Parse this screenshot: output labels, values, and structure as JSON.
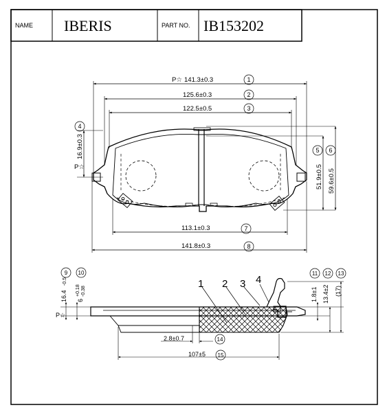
{
  "header": {
    "name_label": "NAME",
    "brand": "IBERIS",
    "part_no_label": "PART NO.",
    "part_number": "IB153202"
  },
  "top_view": {
    "dimensions": [
      {
        "id": "1",
        "value": "141.3±0.3",
        "prefix": "P☆"
      },
      {
        "id": "2",
        "value": "125.6±0.3"
      },
      {
        "id": "3",
        "value": "122.5±0.5"
      },
      {
        "id": "4",
        "value": "16.9±0.3",
        "prefix": "P☆"
      },
      {
        "id": "5",
        "value": "51.9±0.5"
      },
      {
        "id": "6",
        "value": "59.6±0.5"
      },
      {
        "id": "7",
        "value": "113.1±0.3"
      },
      {
        "id": "8",
        "value": "141.8±0.3"
      }
    ]
  },
  "side_view": {
    "callouts": [
      "1",
      "2",
      "3",
      "4"
    ],
    "dimensions": [
      {
        "id": "9",
        "value": "16.4",
        "tol_upper": "-0.5",
        "prefix": "P☆"
      },
      {
        "id": "10",
        "value": "6",
        "tol_upper": "+0.18",
        "tol_lower": "-0.38"
      },
      {
        "id": "11",
        "value": "1.8±1"
      },
      {
        "id": "12",
        "value": "13.4±2"
      },
      {
        "id": "13",
        "value": "(17)"
      },
      {
        "id": "14",
        "value": "2.8±0.7"
      },
      {
        "id": "15",
        "value": "107±5"
      }
    ]
  }
}
